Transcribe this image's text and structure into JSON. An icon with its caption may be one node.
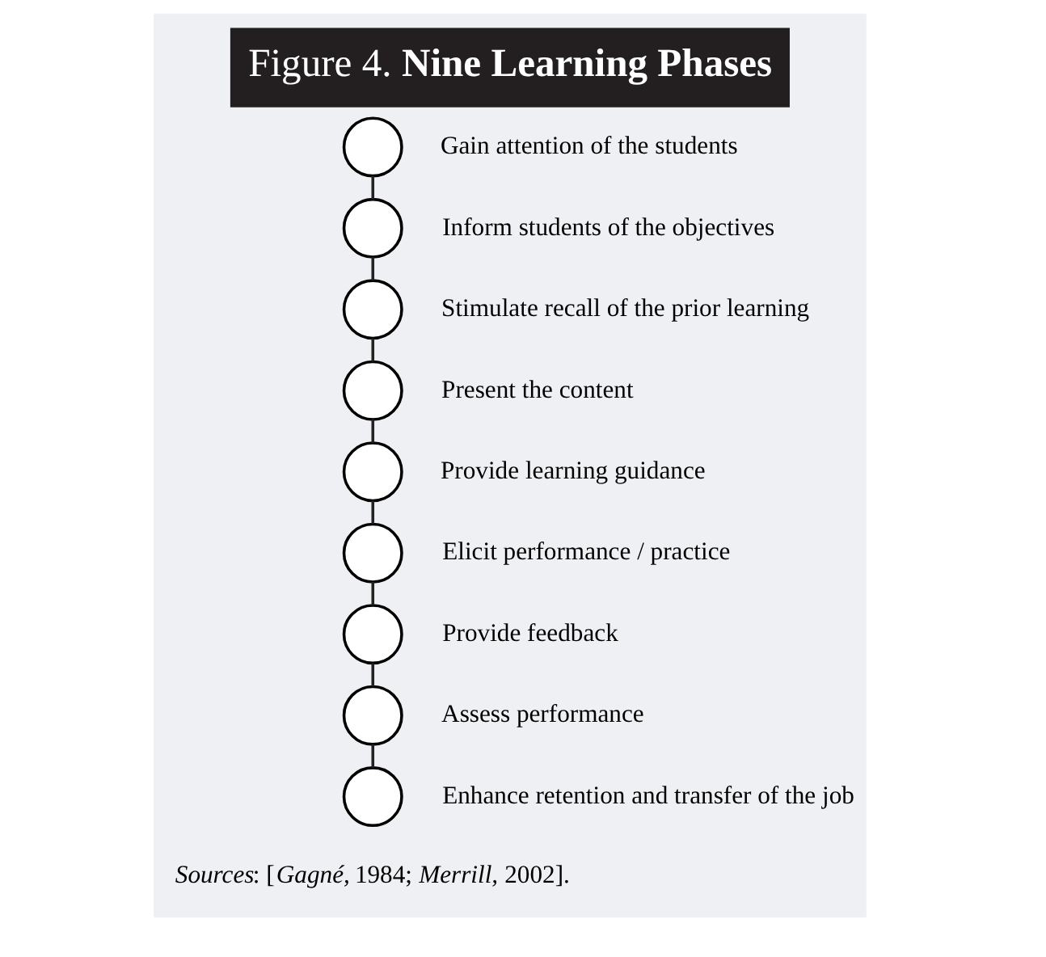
{
  "diagram": {
    "title": "Figure 4. **Nine Learning Phases**",
    "caption": "*Sources*: [*Gagné,* 1984; *Merrill,* 2002].",
    "nodes": [
      {
        "text": [],
        "shape": "circle",
        "beside": [
          "Gain attention of the students"
        ]
      },
      {
        "text": [],
        "shape": "circle",
        "beside": [
          "Inform students of the objectives"
        ]
      },
      {
        "text": [],
        "shape": "circle",
        "beside": [
          "Stimulate recall of the prior learning"
        ]
      },
      {
        "text": [],
        "shape": "circle",
        "beside": [
          "Present the content"
        ]
      },
      {
        "text": [],
        "shape": "circle",
        "beside": [
          "Provide learning guidance"
        ]
      },
      {
        "text": [],
        "shape": "circle",
        "beside": [
          "Elicit performance / practice"
        ]
      },
      {
        "text": [],
        "shape": "circle",
        "beside": [
          "Provide feedback"
        ]
      },
      {
        "text": [],
        "shape": "circle",
        "beside": [
          "Assess performance"
        ]
      },
      {
        "text": [],
        "shape": "circle",
        "beside": [
          "Enhance retention and transfer of the job"
        ]
      }
    ],
    "edges": [
      {
        "from": 0,
        "to": 1,
        "arrow": "none"
      },
      {
        "from": 1,
        "to": 2,
        "arrow": "none"
      },
      {
        "from": 2,
        "to": 3,
        "arrow": "none"
      },
      {
        "from": 3,
        "to": 4,
        "arrow": "none"
      },
      {
        "from": 4,
        "to": 5,
        "arrow": "none"
      },
      {
        "from": 5,
        "to": 6,
        "arrow": "none"
      },
      {
        "from": 6,
        "to": 7,
        "arrow": "none"
      },
      {
        "from": 7,
        "to": 8,
        "arrow": "none"
      }
    ]
  }
}
